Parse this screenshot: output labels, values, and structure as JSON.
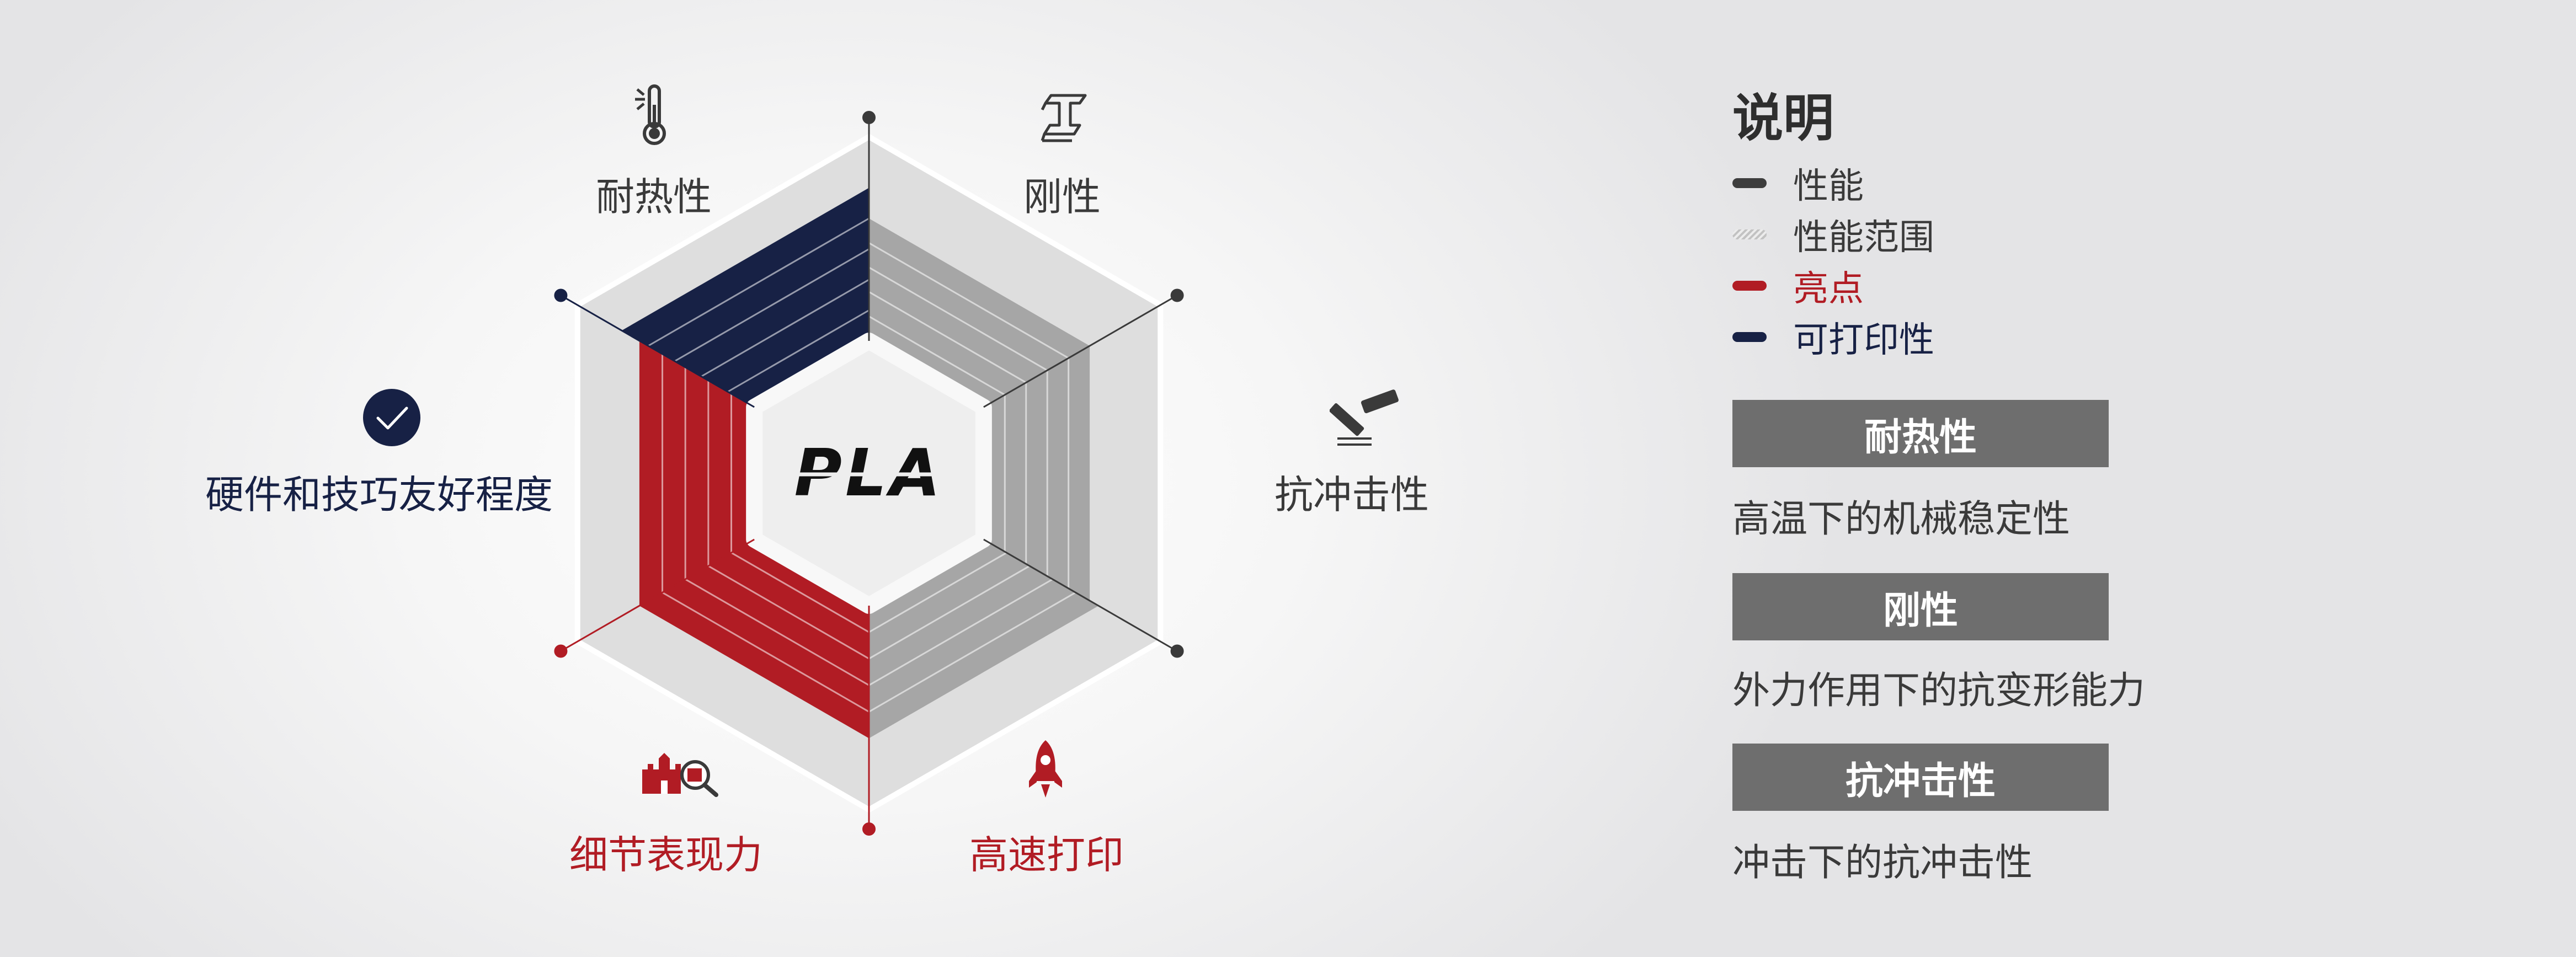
{
  "axes": [
    {
      "label": "耐热性",
      "level": 0.6,
      "highlight": "none",
      "color": "#3a3a3a",
      "icon": "thermometer-icon"
    },
    {
      "label": "刚性",
      "level": 0.6,
      "highlight": "none",
      "color": "#3a3a3a",
      "icon": "steel-beam-icon"
    },
    {
      "label": "抗冲击性",
      "level": 0.65,
      "highlight": "none",
      "color": "#3a3a3a",
      "icon": "hammer-icon"
    },
    {
      "label": "高速打印",
      "level": 0.65,
      "highlight": "red",
      "color": "#b11c24",
      "icon": "rocket-icon"
    },
    {
      "label": "细节表现力",
      "level": 0.65,
      "highlight": "red",
      "color": "#b11c24",
      "icon": "castle-magnifier-icon"
    },
    {
      "label": "硬件和技巧友好程度",
      "level": 0.75,
      "highlight": "navy",
      "color": "#172145",
      "icon": "checkmark-circle-icon"
    }
  ],
  "center_logo": "PLA",
  "colors": {
    "red": "#b11c24",
    "navy": "#172145",
    "gray": "#a6a6a6",
    "range": "#dedede",
    "box": "#6e6e6e"
  },
  "legend": {
    "title": "说明",
    "items": [
      {
        "label": "性能",
        "color": "#3d3d3d",
        "swatch": "solid"
      },
      {
        "label": "性能范围",
        "color": "#c2c2c2",
        "swatch": "hatched"
      },
      {
        "label": "亮点",
        "color": "#b11c24",
        "swatch": "solid"
      },
      {
        "label": "可打印性",
        "color": "#172145",
        "swatch": "solid"
      }
    ]
  },
  "properties": [
    {
      "name": "耐热性",
      "description": "高温下的机械稳定性"
    },
    {
      "name": "刚性",
      "description": "外力作用下的抗变形能力"
    },
    {
      "name": "抗冲击性",
      "description": "冲击下的抗冲击性"
    }
  ]
}
